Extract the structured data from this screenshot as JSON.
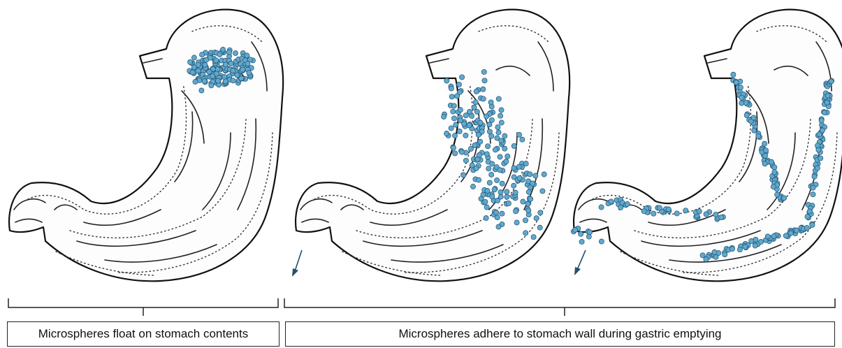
{
  "captions": {
    "left": "Microspheres float on stomach contents",
    "right": "Microspheres adhere to stomach wall during gastric emptying"
  },
  "colors": {
    "microsphere_fill": "#5fa9cf",
    "microsphere_stroke": "#24506a",
    "outline": "#111111"
  },
  "panels": [
    {
      "stage": "floating",
      "microsphere_distribution": "clustered at top of stomach contents"
    },
    {
      "stage": "adhering",
      "microsphere_distribution": "scattered across stomach wall",
      "exit_arrow": true
    },
    {
      "stage": "emptying",
      "microsphere_distribution": "lining stomach wall and exiting through pylorus",
      "exit_arrow": true
    }
  ]
}
